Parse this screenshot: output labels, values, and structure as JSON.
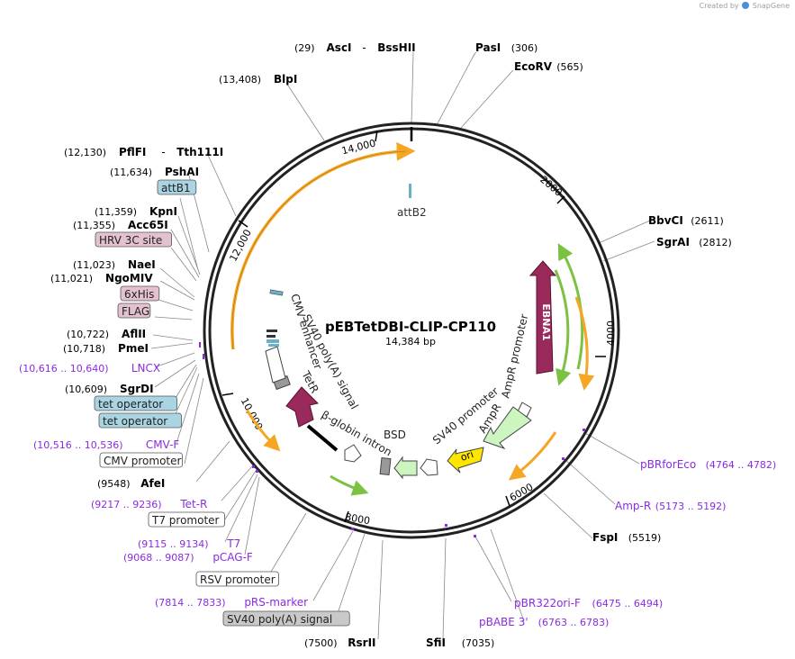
{
  "credit": {
    "prefix": "Created by",
    "brand": "SnapGene"
  },
  "plasmid": {
    "name": "pEBTetDBI-CLIP-CP110",
    "size_label": "14,384 bp",
    "length": 14384
  },
  "ticks": [
    {
      "bp": 2000,
      "label": "2000"
    },
    {
      "bp": 4000,
      "label": "4000"
    },
    {
      "bp": 6000,
      "label": "6000"
    },
    {
      "bp": 8000,
      "label": "8000"
    },
    {
      "bp": 10000,
      "label": "10,000"
    },
    {
      "bp": 12000,
      "label": "12,000"
    },
    {
      "bp": 14000,
      "label": "14,000"
    }
  ],
  "labels": [
    {
      "id": "asci",
      "kind": "enzyme",
      "pos": "(29)",
      "name": "AscI",
      "name2": "BssHII"
    },
    {
      "id": "pasi",
      "kind": "enzyme",
      "name": "PasI",
      "pos": "(306)"
    },
    {
      "id": "ecorv",
      "kind": "enzyme",
      "name": "EcoRV",
      "pos": "(565)"
    },
    {
      "id": "blpi",
      "kind": "enzyme",
      "pos": "(13,408)",
      "name": "BlpI"
    },
    {
      "id": "pflfi",
      "kind": "enzyme",
      "pos": "(12,130)",
      "name": "PflFI",
      "name2": "Tth111I"
    },
    {
      "id": "pshai",
      "kind": "enzyme",
      "pos": "(11,634)",
      "name": "PshAI"
    },
    {
      "id": "attb1",
      "kind": "boxed-blue",
      "name": "attB1"
    },
    {
      "id": "kpni",
      "kind": "enzyme",
      "pos": "(11,359)",
      "name": "KpnI"
    },
    {
      "id": "acc65i",
      "kind": "enzyme",
      "pos": "(11,355)",
      "name": "Acc65I"
    },
    {
      "id": "hrv",
      "kind": "boxed-pink",
      "name": "HRV 3C site"
    },
    {
      "id": "naei",
      "kind": "enzyme",
      "pos": "(11,023)",
      "name": "NaeI"
    },
    {
      "id": "ngomiv",
      "kind": "enzyme",
      "pos": "(11,021)",
      "name": "NgoMIV"
    },
    {
      "id": "his",
      "kind": "boxed-pink",
      "name": "6xHis"
    },
    {
      "id": "flag",
      "kind": "boxed-pink",
      "name": "FLAG"
    },
    {
      "id": "aflii",
      "kind": "enzyme",
      "pos": "(10,722)",
      "name": "AflII"
    },
    {
      "id": "pmei",
      "kind": "enzyme",
      "pos": "(10,718)",
      "name": "PmeI"
    },
    {
      "id": "lncx",
      "kind": "primer",
      "pos": "(10,616 .. 10,640)",
      "name": "LNCX"
    },
    {
      "id": "sgrdi",
      "kind": "enzyme",
      "pos": "(10,609)",
      "name": "SgrDI"
    },
    {
      "id": "tetop1",
      "kind": "boxed-blue",
      "name": "tet operator"
    },
    {
      "id": "tetop2",
      "kind": "boxed-blue",
      "name": "tet operator"
    },
    {
      "id": "cmvf",
      "kind": "primer",
      "pos": "(10,516 .. 10,536)",
      "name": "CMV-F"
    },
    {
      "id": "cmvprom",
      "kind": "boxed-white",
      "name": "CMV promoter"
    },
    {
      "id": "afei",
      "kind": "enzyme",
      "pos": "(9548)",
      "name": "AfeI"
    },
    {
      "id": "tetr",
      "kind": "primer",
      "pos": "(9217 .. 9236)",
      "name": "Tet-R"
    },
    {
      "id": "t7prom",
      "kind": "boxed-white",
      "name": "T7 promoter"
    },
    {
      "id": "t7",
      "kind": "primer",
      "pos": "(9115 .. 9134)",
      "name": "T7"
    },
    {
      "id": "pcagf",
      "kind": "primer",
      "pos": "(9068 .. 9087)",
      "name": "pCAG-F"
    },
    {
      "id": "rsvprom",
      "kind": "boxed-white",
      "name": "RSV promoter"
    },
    {
      "id": "prsmarker",
      "kind": "primer",
      "pos": "(7814 .. 7833)",
      "name": "pRS-marker"
    },
    {
      "id": "sv40pa",
      "kind": "boxed-gray",
      "name": "SV40 poly(A) signal"
    },
    {
      "id": "rsrii",
      "kind": "enzyme",
      "pos": "(7500)",
      "name": "RsrII"
    },
    {
      "id": "sfii",
      "kind": "enzyme",
      "name": "SfiI",
      "pos": "(7035)"
    },
    {
      "id": "bbvci",
      "kind": "enzyme",
      "name": "BbvCI",
      "pos": "(2611)"
    },
    {
      "id": "sgrai",
      "kind": "enzyme",
      "name": "SgrAI",
      "pos": "(2812)"
    },
    {
      "id": "pbrforeco",
      "kind": "primer",
      "name": "pBRforEco",
      "pos": "(4764 .. 4782)"
    },
    {
      "id": "ampr",
      "kind": "primer",
      "name": "Amp-R",
      "pos": "(5173 .. 5192)"
    },
    {
      "id": "fspi",
      "kind": "enzyme",
      "name": "FspI",
      "pos": "(5519)"
    },
    {
      "id": "pbr322",
      "kind": "primer",
      "name": "pBR322ori-F",
      "pos": "(6475 .. 6494)"
    },
    {
      "id": "pbabe",
      "kind": "primer",
      "name": "pBABE 3'",
      "pos": "(6763 .. 6783)"
    }
  ],
  "features": [
    {
      "id": "attb2-label",
      "text": "attB2"
    },
    {
      "id": "ebna1",
      "text": "EBNA1"
    },
    {
      "id": "ampr-promoter",
      "text": "AmpR promoter"
    },
    {
      "id": "ampr-gene",
      "text": "AmpR"
    },
    {
      "id": "ori",
      "text": "ori"
    },
    {
      "id": "sv40-promoter",
      "text": "SV40 promoter"
    },
    {
      "id": "bsd",
      "text": "BSD"
    },
    {
      "id": "bglobin",
      "text": "β-globin intron"
    },
    {
      "id": "tetr-gene",
      "text": "TetR"
    },
    {
      "id": "sv40-inner",
      "text": "SV40 poly(A) signal"
    },
    {
      "id": "cmv-enh",
      "text": "CMV enhancer"
    }
  ],
  "colors": {
    "enzyme": "#000000",
    "primer": "#8a2be2",
    "ebna1": "#9b2a5c",
    "tetr": "#9b2a5c",
    "orange_feature": "#f5a623",
    "green_feature": "#7cc242",
    "ori": "#ffe600",
    "ampr": "#ccf5c0",
    "attb": "#6ab0c8",
    "boxed_blue": "#a9d4e2",
    "boxed_pink": "#e4c1d0",
    "boxed_gray": "#c9c9c9"
  }
}
